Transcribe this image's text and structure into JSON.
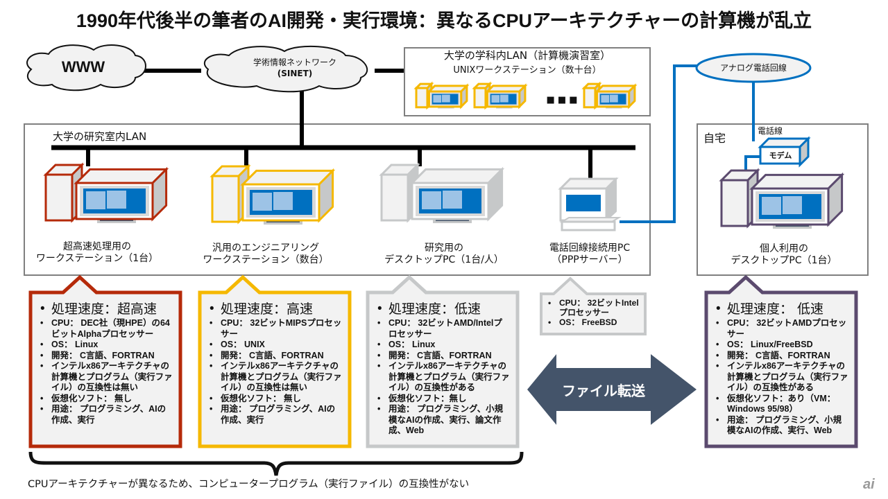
{
  "title": "1990年代後半の筆者のAI開発・実行環境：異なるCPUアーキテクチャーの計算機が乱立",
  "network": {
    "www": "WWW",
    "sinet_line1": "学術情報ネットワーク",
    "sinet_line2": "(SINET)",
    "analog_line": "アナログ電話回線",
    "phone_wire": "電話線",
    "modem": "モデム"
  },
  "dept_lan": {
    "title": "大学の学科内LAN（計算機演習室）",
    "subtitle": "UNIXワークステーション（数十台）",
    "ellipsis": "■ ■ ■"
  },
  "lab_lan": {
    "title": "大学の研究室内LAN",
    "machines": [
      {
        "line1": "超高速処理用の",
        "line2": "ワークステーション（1台）"
      },
      {
        "line1": "汎用のエンジニアリング",
        "line2": "ワークステーション（数台）"
      },
      {
        "line1": "研究用の",
        "line2": "デスクトップPC（1台/人）"
      },
      {
        "line1": "電話回線接続用PC",
        "line2": "（PPPサーバー）"
      }
    ]
  },
  "home": {
    "title": "自宅",
    "machine": {
      "line1": "個人利用の",
      "line2": "デスクトップPC（1台）"
    }
  },
  "callouts": [
    {
      "color": "#b52a0a",
      "items": [
        "処理速度：超高速",
        "CPU： DEC社（現HPE）の64ビットAlphaプロセッサー",
        "OS： Linux",
        "開発： C言語、FORTRAN",
        "インテルx86アーキテクチャの計算機とプログラム（実行ファイル）の互換性は無い",
        "仮想化ソフト： 無し",
        "用途： プログラミング、AIの作成、実行"
      ]
    },
    {
      "color": "#f5b800",
      "items": [
        "処理速度：高速",
        "CPU： 32ビットMIPSプロセッサー",
        "OS： UNIX",
        "開発： C言語、FORTRAN",
        "インテルx86アーキテクチャの計算機とプログラム（実行ファイル）の互換性は無い",
        "仮想化ソフト： 無し",
        "用途： プログラミング、AIの作成、実行"
      ]
    },
    {
      "color": "#c6c8c9",
      "items": [
        "処理速度：低速",
        "CPU： 32ビットAMD/Intelプロセッサー",
        "OS： Linux",
        "開発： C言語、FORTRAN",
        "インテルx86アーキテクチャの計算機とプログラム（実行ファイル）の互換性がある",
        "仮想化ソフト：無し",
        "用途： プログラミング、小規模なAIの作成、実行、論文作成、Web"
      ]
    },
    {
      "color": "#c6c8c9",
      "items": [
        "CPU： 32ビットIntelプロセッサー",
        "OS： FreeBSD"
      ]
    },
    {
      "color": "#5b4a6e",
      "items": [
        "処理速度： 低速",
        "CPU： 32ビットAMDプロセッサー",
        "OS： Linux/FreeBSD",
        "開発： C言語、FORTRAN",
        "インテルx86アーキテクチャの計算機とプログラム（実行ファイル）の互換性がある",
        "仮想化ソフト：あり（VM： Windows 95/98）",
        "用途： プログラミング、小規模なAIの作成、実行、Web"
      ]
    }
  ],
  "transfer_label": "ファイル転送",
  "footer": "CPUアーキテクチャーが異なるため、コンピュータープログラム（実行ファイル）の互換性がない",
  "logo": "ai",
  "colors": {
    "red": "#b52a0a",
    "yellow": "#f5b800",
    "gray": "#c6c8c9",
    "purple": "#5b4a6e",
    "blue": "#0070c0",
    "arrow": "#44546a"
  }
}
